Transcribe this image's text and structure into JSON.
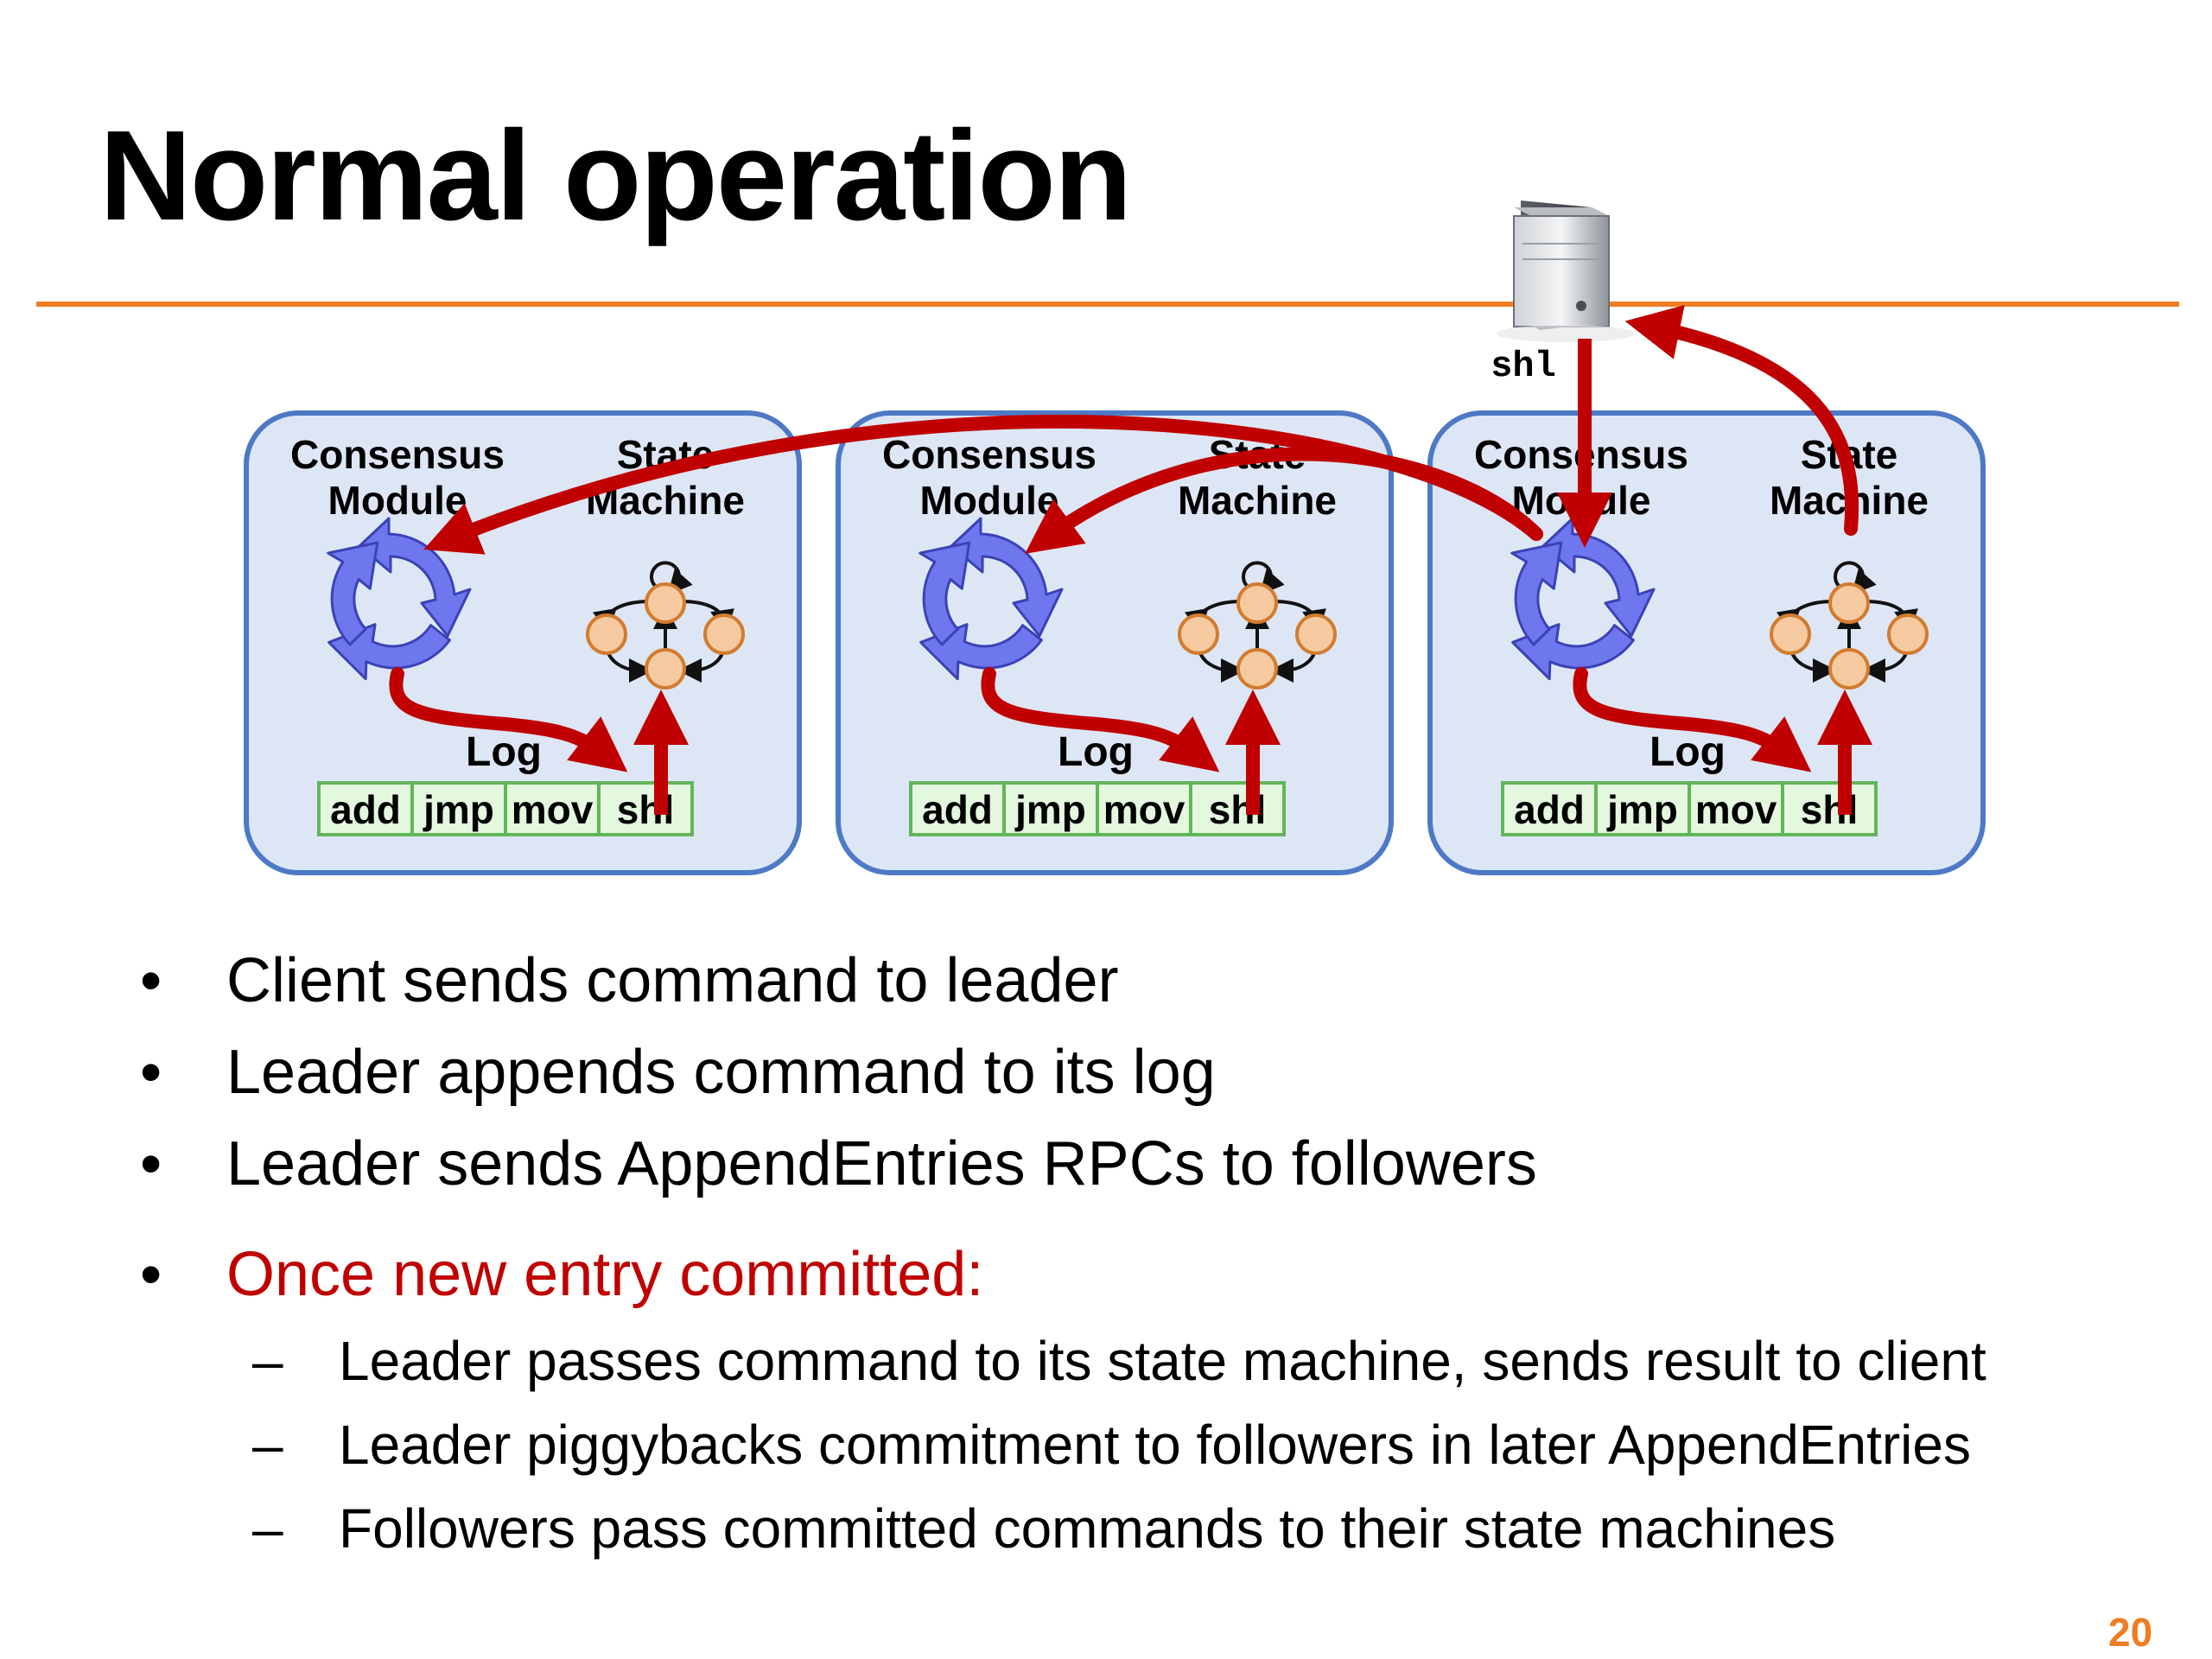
{
  "slide": {
    "title": "Normal operation",
    "page_number": "20",
    "accent_color": "#ef7d22",
    "highlight_color": "#c00000"
  },
  "diagram": {
    "client": {
      "icon": "server-icon",
      "command": "shl"
    },
    "servers": [
      {
        "consensus_label": [
          "Consensus",
          "Module"
        ],
        "state_label": [
          "State",
          "Machine"
        ],
        "log_label": "Log",
        "log": [
          "add",
          "jmp",
          "mov",
          "shl"
        ]
      },
      {
        "consensus_label": [
          "Consensus",
          "Module"
        ],
        "state_label": [
          "State",
          "Machine"
        ],
        "log_label": "Log",
        "log": [
          "add",
          "jmp",
          "mov",
          "shl"
        ]
      },
      {
        "consensus_label": [
          "Consensus",
          "Module"
        ],
        "state_label": [
          "State",
          "Machine"
        ],
        "log_label": "Log",
        "log": [
          "add",
          "jmp",
          "mov",
          "shl"
        ]
      }
    ],
    "colors": {
      "server_box_fill": "#dde6f5",
      "server_box_border": "#4d79c7",
      "consensus_arrows": "#6e77ee",
      "state_nodes": "#f6caa0",
      "state_node_border": "#d27c30",
      "log_fill": "#e3f8de",
      "log_border": "#63b55a",
      "message_arrows": "#c00000"
    }
  },
  "bullets": [
    {
      "marker": "•",
      "text": "Client sends command to leader",
      "level": 1
    },
    {
      "marker": "•",
      "text": "Leader appends command to its log",
      "level": 1
    },
    {
      "marker": "•",
      "text": "Leader sends AppendEntries RPCs to followers",
      "level": 1
    },
    {
      "marker": "•",
      "text": "Once new entry committed:",
      "level": 1,
      "highlight": true
    },
    {
      "marker": "–",
      "text": "Leader passes command to its state machine, sends result to client",
      "level": 2
    },
    {
      "marker": "–",
      "text": "Leader piggybacks commitment to followers in later AppendEntries",
      "level": 2
    },
    {
      "marker": "–",
      "text": "Followers pass committed commands to their state machines",
      "level": 2
    }
  ]
}
